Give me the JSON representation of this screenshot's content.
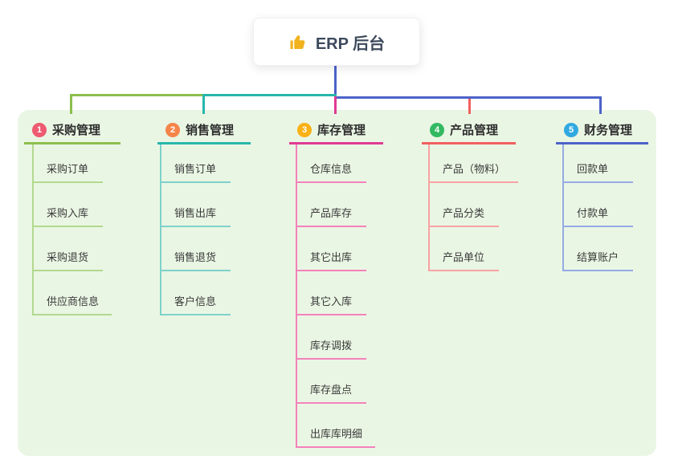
{
  "root": {
    "label": "ERP 后台",
    "icon": "thumbs-up-icon"
  },
  "colors": {
    "panel_background": "#eaf6e4",
    "root_stem": "#4c63c9",
    "branch_lines": {
      "purchase": "#8cbf4e",
      "sales": "#28b6ac",
      "inventory": "#df3a93",
      "product": "#f15f5f",
      "finance": "#4c63c9"
    },
    "child_lines": {
      "purchase": "#b2d98f",
      "sales": "#7ed2cb",
      "inventory": "#f382bb",
      "product": "#f7a3a3",
      "finance": "#95abe4"
    },
    "badges": {
      "1": "#ee5a70",
      "2": "#f5854a",
      "3": "#f9b115",
      "4": "#33b962",
      "5": "#31a9e0"
    }
  },
  "branches": [
    {
      "badge": "1",
      "label": "采购管理",
      "children": [
        "采购订单",
        "采购入库",
        "采购退货",
        "供应商信息"
      ]
    },
    {
      "badge": "2",
      "label": "销售管理",
      "children": [
        "销售订单",
        "销售出库",
        "销售退货",
        "客户信息"
      ]
    },
    {
      "badge": "3",
      "label": "库存管理",
      "children": [
        "仓库信息",
        "产品库存",
        "其它出库",
        "其它入库",
        "库存调拨",
        "库存盘点",
        "出库库明细"
      ]
    },
    {
      "badge": "4",
      "label": "产品管理",
      "children": [
        "产品（物料）",
        "产品分类",
        "产品单位"
      ]
    },
    {
      "badge": "5",
      "label": "财务管理",
      "children": [
        "回款单",
        "付款单",
        "结算账户"
      ]
    }
  ]
}
